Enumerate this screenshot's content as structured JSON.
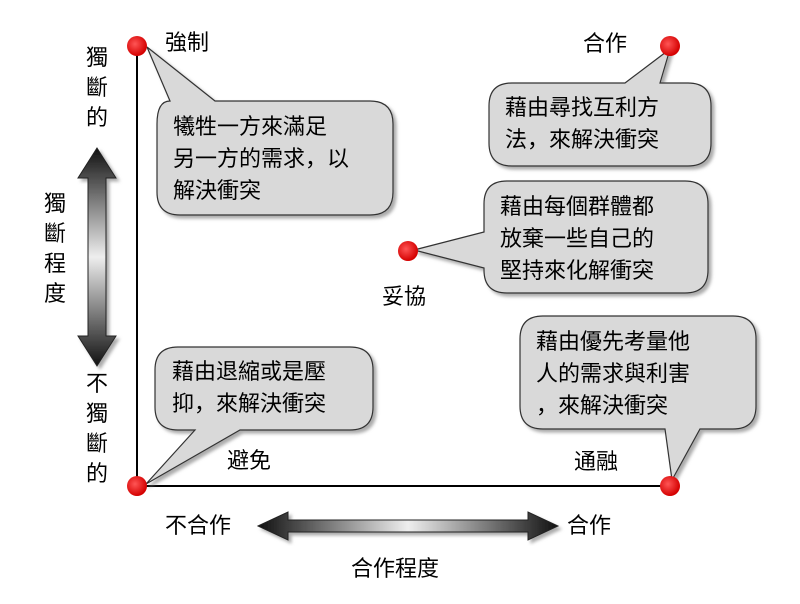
{
  "axes": {
    "y_title": "獨斷程度",
    "y_top": "獨斷的",
    "y_bottom": "不獨斷的",
    "x_title": "合作程度",
    "x_left": "不合作",
    "x_right": "合作"
  },
  "modes": {
    "compete": {
      "label": "強制",
      "desc": "犧牲一方來滿足\n另一方的需求，以\n解決衝突"
    },
    "collaborate": {
      "label": "合作",
      "desc": "藉由尋找互利方\n法，來解決衝突"
    },
    "compromise": {
      "label": "妥協",
      "desc": "藉由每個群體都\n放棄一些自己的\n堅持來化解衝突"
    },
    "avoid": {
      "label": "避免",
      "desc": "藉由退縮或是壓\n抑，來解決衝突"
    },
    "accommodate": {
      "label": "通融",
      "desc": "藉由優先考量他\n人的需求與利害\n，來解決衝突"
    }
  },
  "colors": {
    "dot": "#e00000",
    "bubble_fill": "#d9d9d9",
    "arrow_dark": "#111111",
    "arrow_light": "#f0f0f0"
  }
}
